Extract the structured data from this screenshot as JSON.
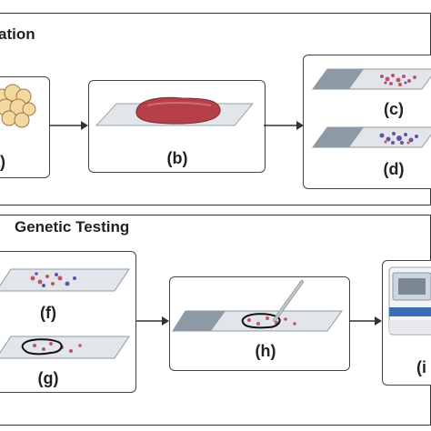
{
  "sections": {
    "top_title": "ation",
    "bottom_title": "Genetic Testing"
  },
  "panels": {
    "a": "(a)",
    "b": "(b)",
    "c": "(c)",
    "d": "(d)",
    "f": "(f)",
    "g": "(g)",
    "h": "(h)",
    "i": "(i"
  },
  "colors": {
    "tissue": "#b5404a",
    "slide": "#d9dde3",
    "slide_label": "#8e99a6",
    "stain_pink": "#c0556a",
    "stain_purple": "#6b4fa8",
    "fat": "#f3d9a0"
  }
}
